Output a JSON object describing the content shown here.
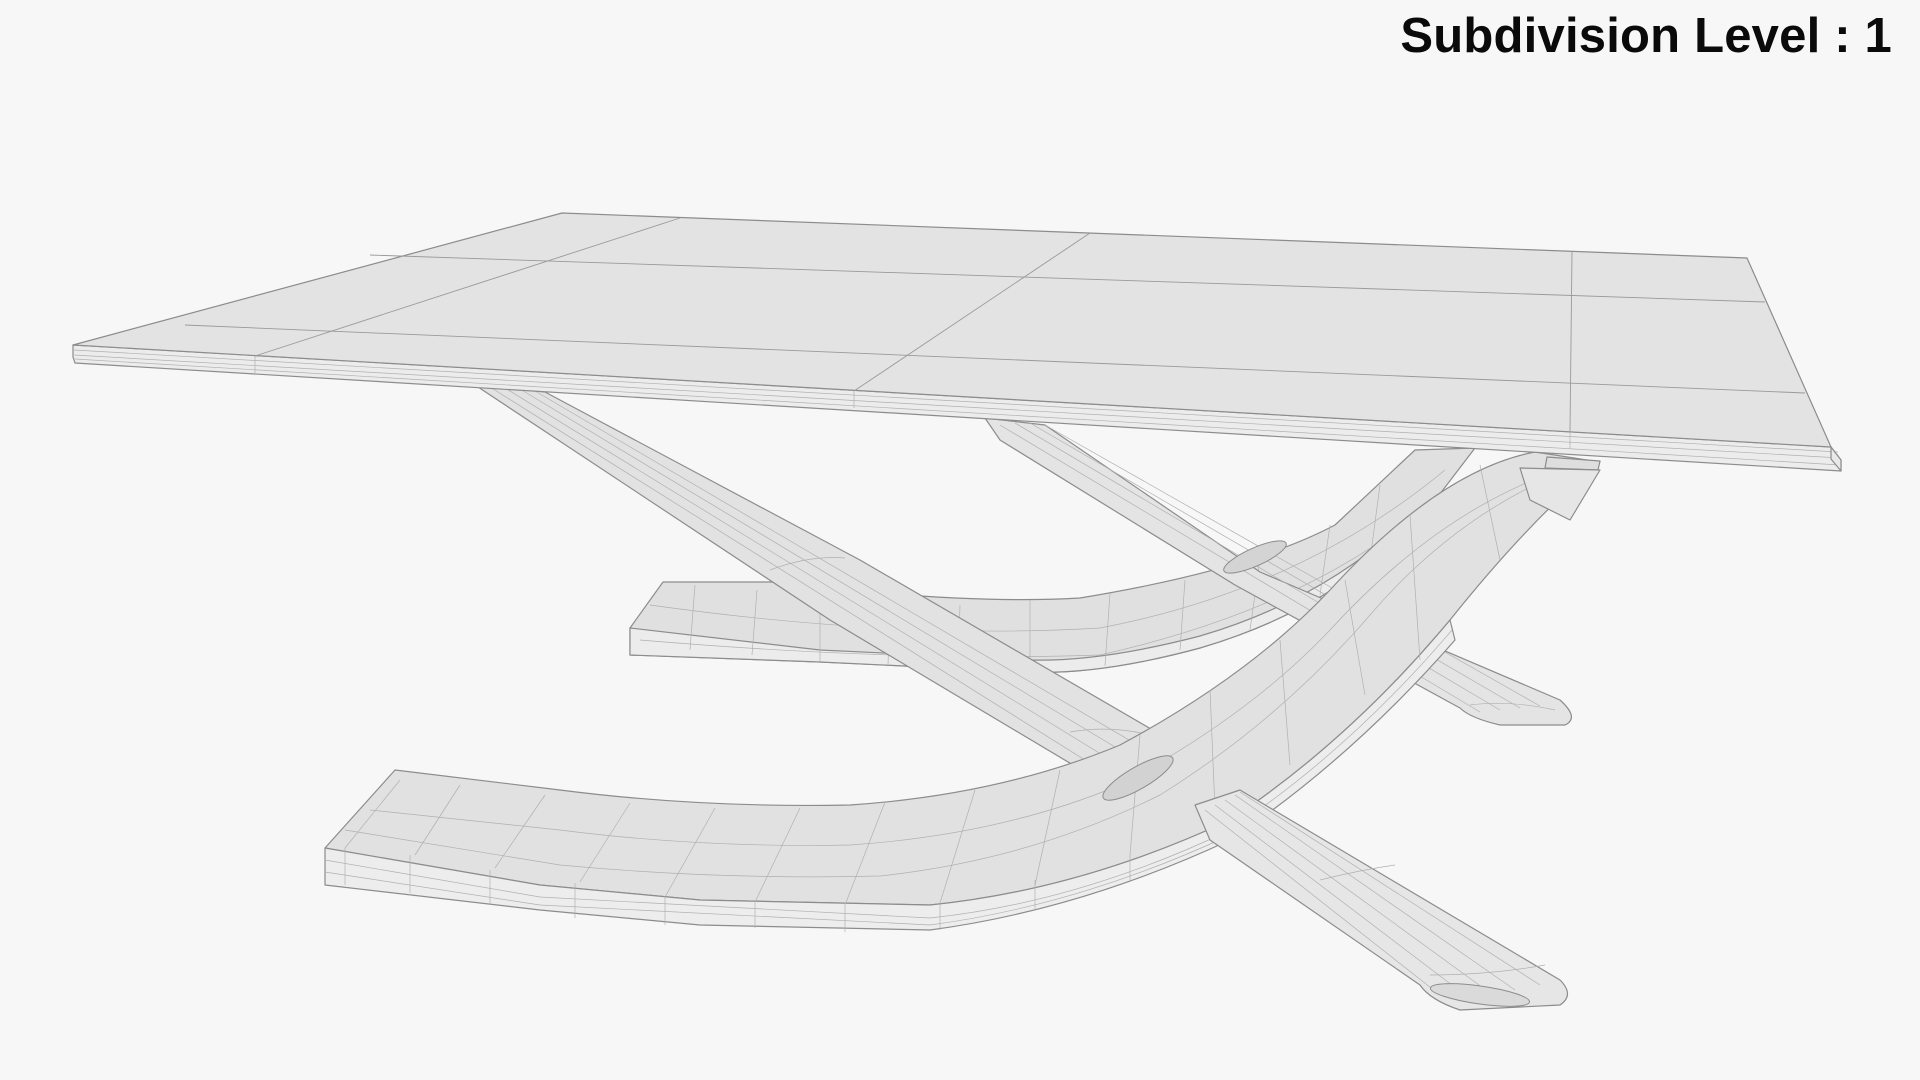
{
  "viewport": {
    "background": "#f7f7f7",
    "overlay_label": "Subdivision Level : 1",
    "subdivision_level": 1
  },
  "model": {
    "subject": "table-wireframe-render",
    "colors": {
      "surface_top": "#e3e3e3",
      "surface_side": "#ececec",
      "surface_shadow": "#d6d6d6",
      "wire": "#9a9a9a"
    }
  }
}
